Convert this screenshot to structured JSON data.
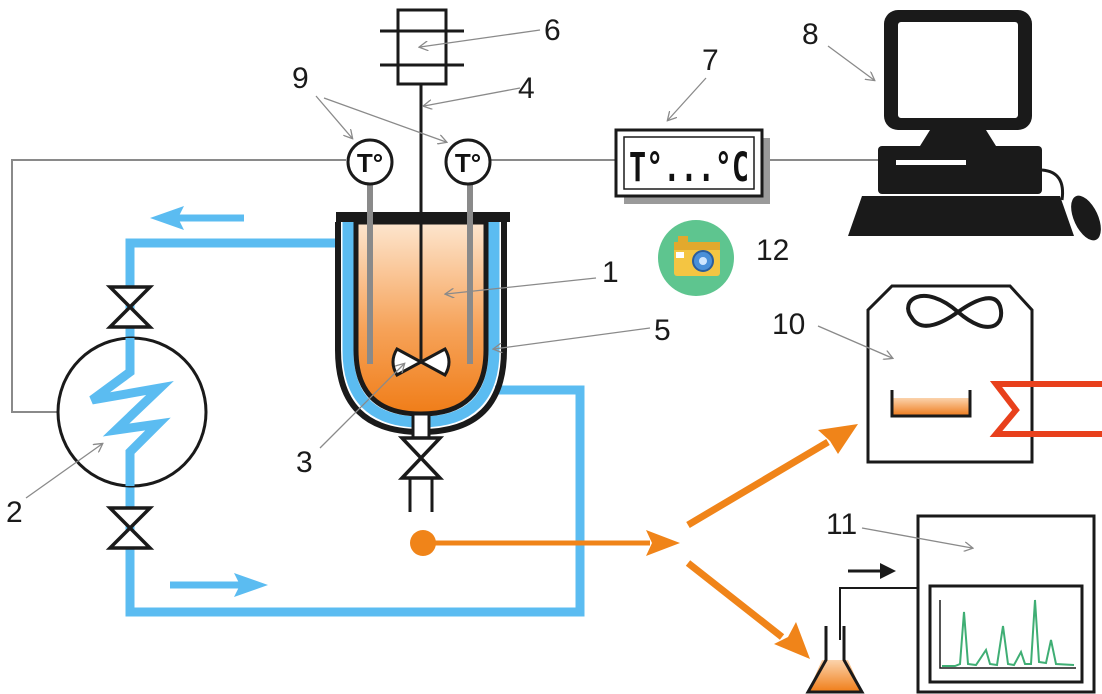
{
  "colors": {
    "coolant": "#5bbcf1",
    "product": "#f08419",
    "liquid_top": "#fde6cf",
    "liquid_bottom": "#f07d18",
    "heater": "#e8401c",
    "outline": "#1a1a1a",
    "wire": "#8a8a8a",
    "camera_bg": "#5ec58f"
  },
  "gauges": {
    "left": "T°",
    "right": "T°"
  },
  "temperature_display": "T°...°C",
  "labels": {
    "reactor": "1",
    "thermostat": "2",
    "stirrer": "3",
    "shaft": "4",
    "jacket": "5",
    "motor": "6",
    "temperature_controller": "7",
    "computer": "8",
    "thermometers": "9",
    "oven": "10",
    "chromatograph": "11",
    "camera": "12"
  },
  "icons": {
    "camera": "camera-icon"
  }
}
